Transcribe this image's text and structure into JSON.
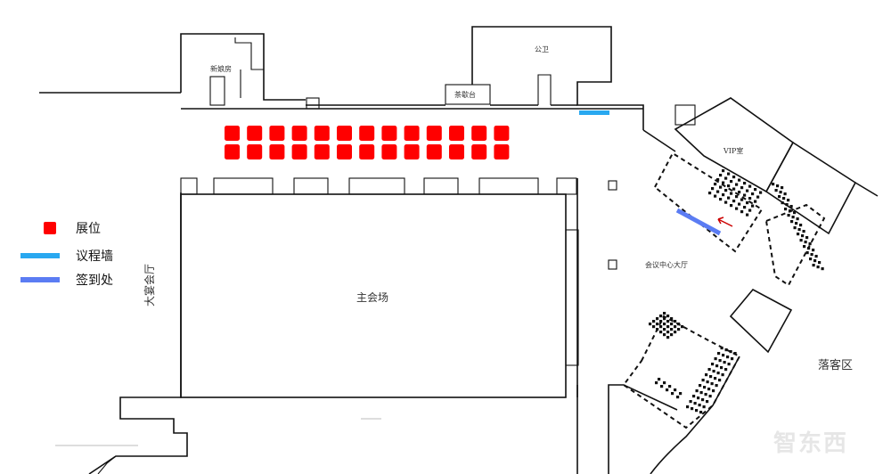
{
  "legend": {
    "items": [
      {
        "label": "展位",
        "color": "#ff0000",
        "kind": "booth"
      },
      {
        "label": "议程墙",
        "color": "#29a8f0",
        "kind": "agenda-wall"
      },
      {
        "label": "签到处",
        "color": "#5b7cf3",
        "kind": "check-in"
      }
    ]
  },
  "rooms": {
    "main_hall": "主会场",
    "banquet_hall": "大宴会厅",
    "bridal_room": "新娘房",
    "restroom": "公卫",
    "tea_counter": "茶歇台",
    "vip_room": "VIP室",
    "conference_lobby": "会议中心大厅",
    "guest_area": "落客区"
  },
  "watermark": "智东西",
  "colors": {
    "booth": "#ff0000",
    "agenda_wall": "#29a8f0",
    "check_in": "#5b7cf3",
    "wall": "#111111"
  },
  "booths": {
    "rows": 2,
    "columns": 13
  }
}
